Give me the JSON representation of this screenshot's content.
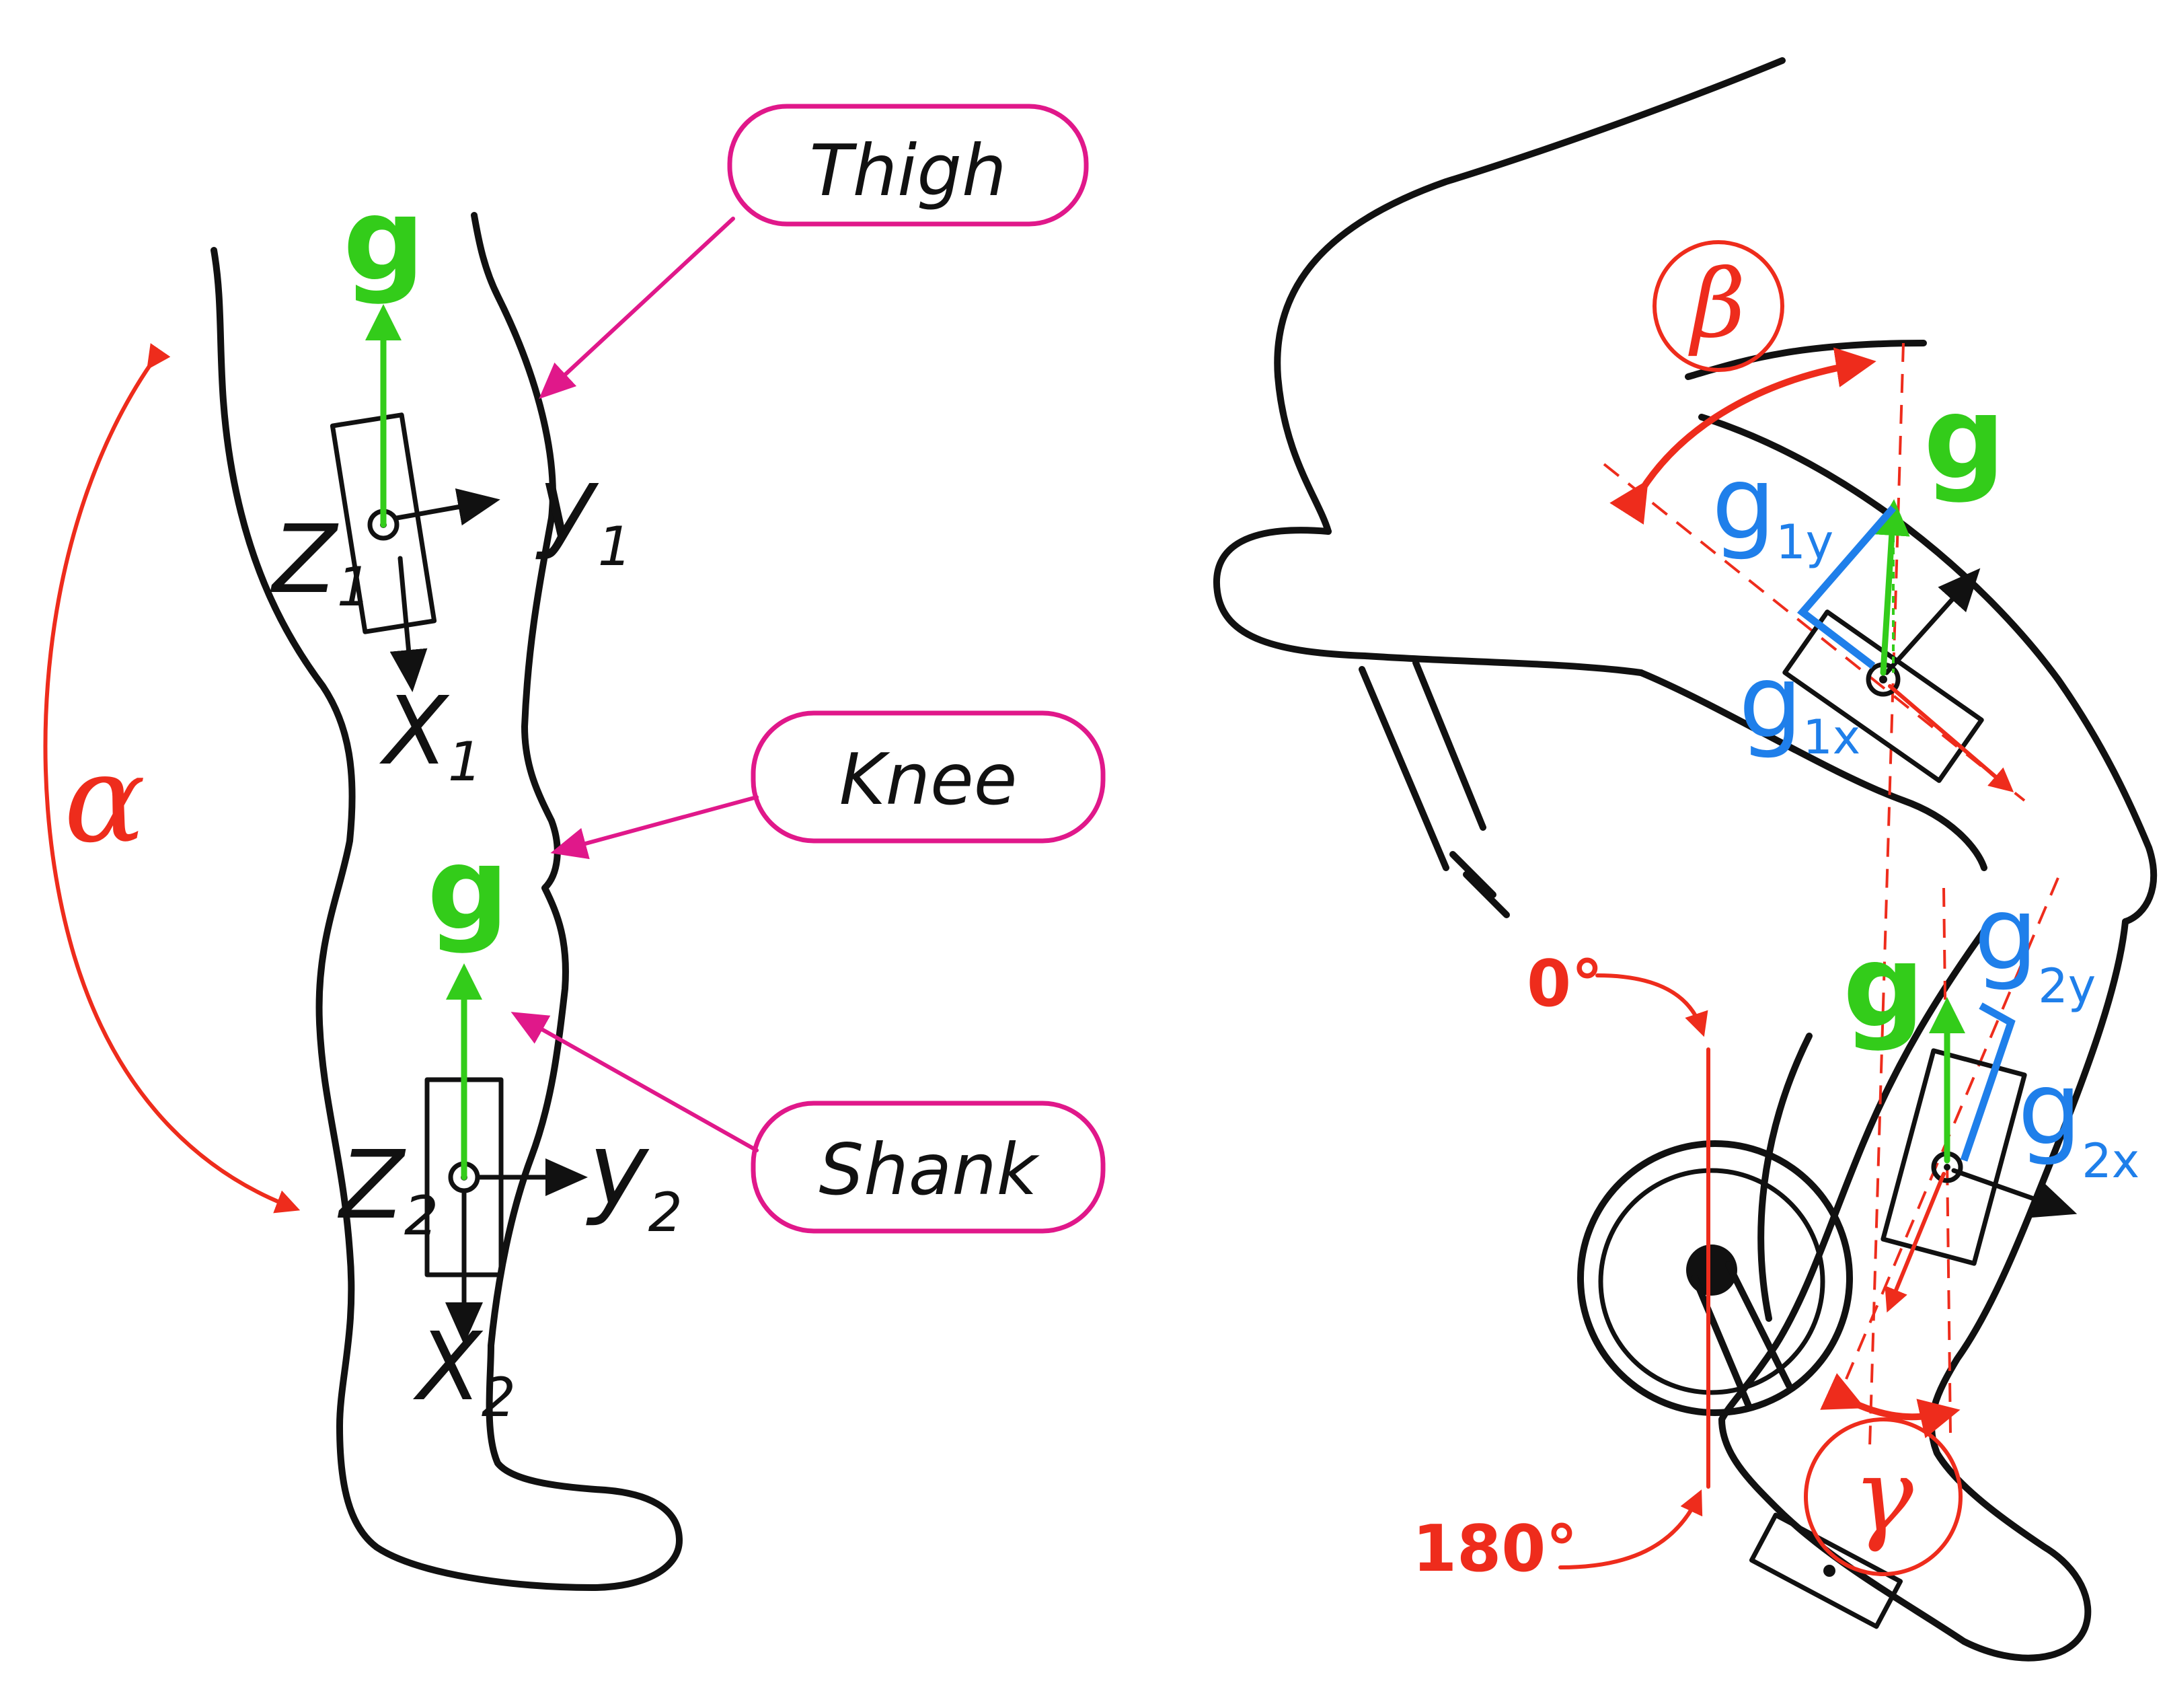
{
  "labels": {
    "thigh": "Thigh",
    "knee": "Knee",
    "shank": "Shank"
  },
  "axes": {
    "z1": "Z",
    "z1_sub": "1",
    "y1": "y",
    "y1_sub": "1",
    "x1": "X",
    "x1_sub": "1",
    "z2": "Z",
    "z2_sub": "2",
    "y2": "y",
    "y2_sub": "2",
    "x2": "X",
    "x2_sub": "2"
  },
  "gravity": {
    "g": "g",
    "g1y": "g",
    "g1y_sub": "1y",
    "g1x": "g",
    "g1x_sub": "1x",
    "g2y": "g",
    "g2y_sub": "2y",
    "g2x": "g",
    "g2x_sub": "2x"
  },
  "angles": {
    "alpha": "α",
    "beta": "β",
    "gamma": "γ",
    "zero": "0°",
    "one_eighty": "180°"
  },
  "colors": {
    "gravity": "#33cc1a",
    "components": "#1f7fea",
    "angles": "#ee2c1c",
    "callouts": "#e0188a",
    "ink": "#111111"
  }
}
